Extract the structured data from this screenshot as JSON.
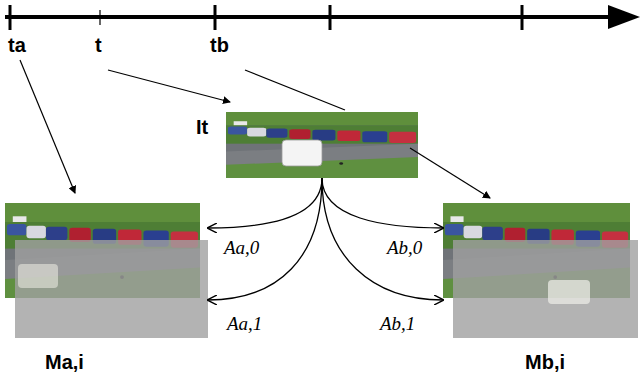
{
  "diagram": {
    "nodes": [
      {
        "text": [
          "It"
        ]
      },
      {
        "text": [
          "Ma,i"
        ]
      },
      {
        "text": [
          "Mb,i"
        ]
      }
    ],
    "edges": [
      {
        "from": 0,
        "to": 1,
        "label": "Aa,0",
        "arrow": "to"
      },
      {
        "from": 0,
        "to": 1,
        "label": "Aa,1",
        "arrow": "to"
      },
      {
        "from": 0,
        "to": 2,
        "label": "Ab,0",
        "arrow": "to"
      },
      {
        "from": 0,
        "to": 2,
        "label": "Ab,1",
        "arrow": "to"
      }
    ],
    "labels": [
      "ta",
      "t",
      "tb"
    ]
  }
}
